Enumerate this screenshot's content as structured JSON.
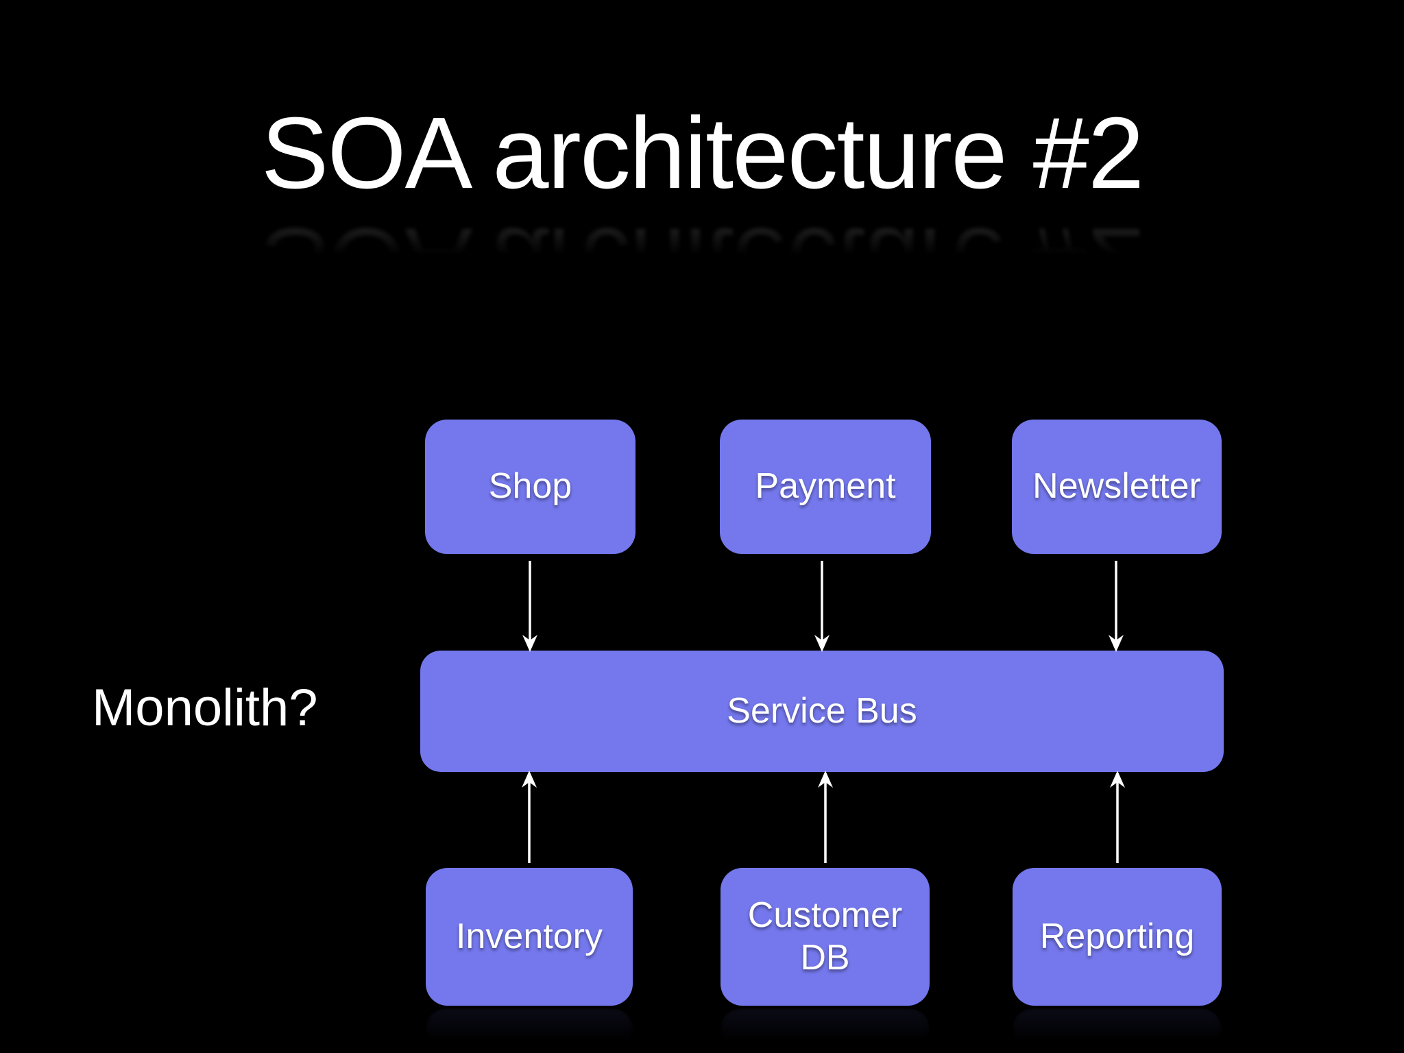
{
  "slide_title": "SOA architecture #2",
  "side_label": "Monolith?",
  "nodes": {
    "shop": "Shop",
    "payment": "Payment",
    "newsletter": "Newsletter",
    "service_bus": "Service Bus",
    "inventory": "Inventory",
    "customer_db": "Customer\nDB",
    "reporting": "Reporting"
  },
  "connections": [
    {
      "from": "shop",
      "to": "service_bus",
      "direction": "down"
    },
    {
      "from": "payment",
      "to": "service_bus",
      "direction": "down"
    },
    {
      "from": "newsletter",
      "to": "service_bus",
      "direction": "down"
    },
    {
      "from": "inventory",
      "to": "service_bus",
      "direction": "up"
    },
    {
      "from": "customer_db",
      "to": "service_bus",
      "direction": "up"
    },
    {
      "from": "reporting",
      "to": "service_bus",
      "direction": "up"
    }
  ],
  "colors": {
    "background": "#000000",
    "node_fill": "#7478EC",
    "node_text": "#FFFFFF",
    "arrow": "#FFFFFF",
    "title_text": "#FFFFFF"
  }
}
